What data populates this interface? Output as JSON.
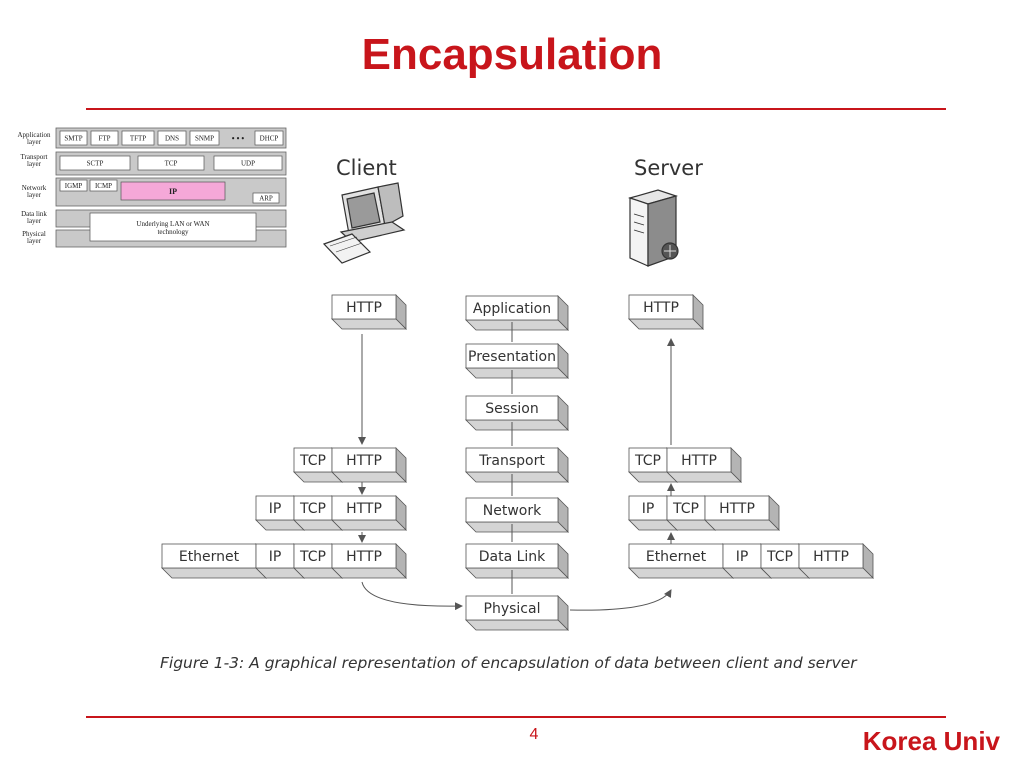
{
  "slide": {
    "title": "Encapsulation",
    "page_number": "4",
    "brand": "Korea Univ",
    "accent_color": "#c8151b"
  },
  "protocol_stack": {
    "layers": [
      {
        "name": "Application layer",
        "line1": "Application",
        "line2": "layer"
      },
      {
        "name": "Transport layer",
        "line1": "Transport",
        "line2": "layer"
      },
      {
        "name": "Network layer",
        "line1": "Network",
        "line2": "layer"
      },
      {
        "name": "Data link layer",
        "line1": "Data link",
        "line2": "layer"
      },
      {
        "name": "Physical layer",
        "line1": "Physical",
        "line2": "layer"
      }
    ],
    "application_protocols": [
      "SMTP",
      "FTP",
      "TFTP",
      "DNS",
      "SNMP",
      "• • •",
      "DHCP"
    ],
    "transport_protocols": [
      "SCTP",
      "TCP",
      "UDP"
    ],
    "network_protocols": [
      "IGMP",
      "ICMP",
      "IP",
      "ARP"
    ],
    "lower_layers_line1": "Underlying LAN or WAN",
    "lower_layers_line2": "technology",
    "ip_highlight_color": "#f5a8d8"
  },
  "encapsulation": {
    "client_label": "Client",
    "server_label": "Server",
    "client_stack": [
      [
        "HTTP"
      ],
      [
        "TCP",
        "HTTP"
      ],
      [
        "IP",
        "TCP",
        "HTTP"
      ],
      [
        "Ethernet",
        "IP",
        "TCP",
        "HTTP"
      ]
    ],
    "server_stack": [
      [
        "HTTP"
      ],
      [
        "TCP",
        "HTTP"
      ],
      [
        "IP",
        "TCP",
        "HTTP"
      ],
      [
        "Ethernet",
        "IP",
        "TCP",
        "HTTP"
      ]
    ],
    "osi_layers": [
      "Application",
      "Presentation",
      "Session",
      "Transport",
      "Network",
      "Data Link",
      "Physical"
    ],
    "caption": "Figure 1-3: A graphical representation of encapsulation of data between client and server"
  }
}
